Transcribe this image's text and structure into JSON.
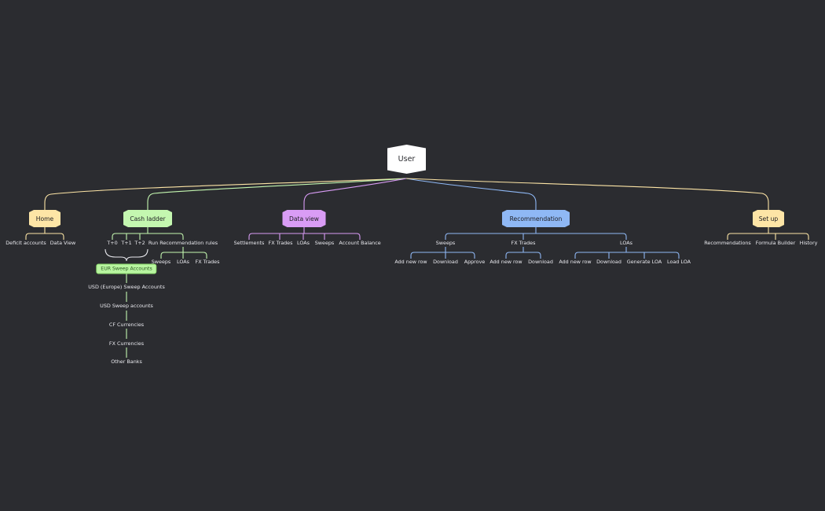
{
  "root": {
    "label": "User"
  },
  "colors": {
    "background": "#2b2c30",
    "home": "#fde5a6",
    "cash_ladder": "#c4f7b0",
    "data_view": "#d99cf5",
    "recommendation": "#8fb8f5",
    "set_up": "#fde5a6",
    "eur_sweep_pill": "#b8f5a0"
  },
  "home": {
    "label": "Home",
    "children": [
      "Deficit accounts",
      "Data View"
    ]
  },
  "cash_ladder": {
    "label": "Cash ladder",
    "children": [
      "T+0",
      "T+1",
      "T+2",
      "Run Recommendation rules"
    ],
    "run_children": [
      "Sweeps",
      "LOAs",
      "FX Trades"
    ],
    "t_group": [
      "EUR Sweep Accounts",
      "USD (Europe) Sweep Accounts",
      "USD Sweep accounts",
      "CF Currencies",
      "FX Currencies",
      "Other Banks"
    ]
  },
  "data_view": {
    "label": "Data view",
    "children": [
      "Settlements",
      "FX Trades",
      "LOAs",
      "Sweeps",
      "Account Balance"
    ]
  },
  "recommendation": {
    "label": "Recommendation",
    "children": [
      "Sweeps",
      "FX Trades",
      "LOAs"
    ],
    "sweeps_children": [
      "Add new row",
      "Download",
      "Approve"
    ],
    "fx_children": [
      "Add new row",
      "Download"
    ],
    "loas_children": [
      "Add new row",
      "Download",
      "Generate LOA",
      "Load LOA"
    ]
  },
  "set_up": {
    "label": "Set up",
    "children": [
      "Recommendations",
      "Formula Builder",
      "History"
    ]
  }
}
